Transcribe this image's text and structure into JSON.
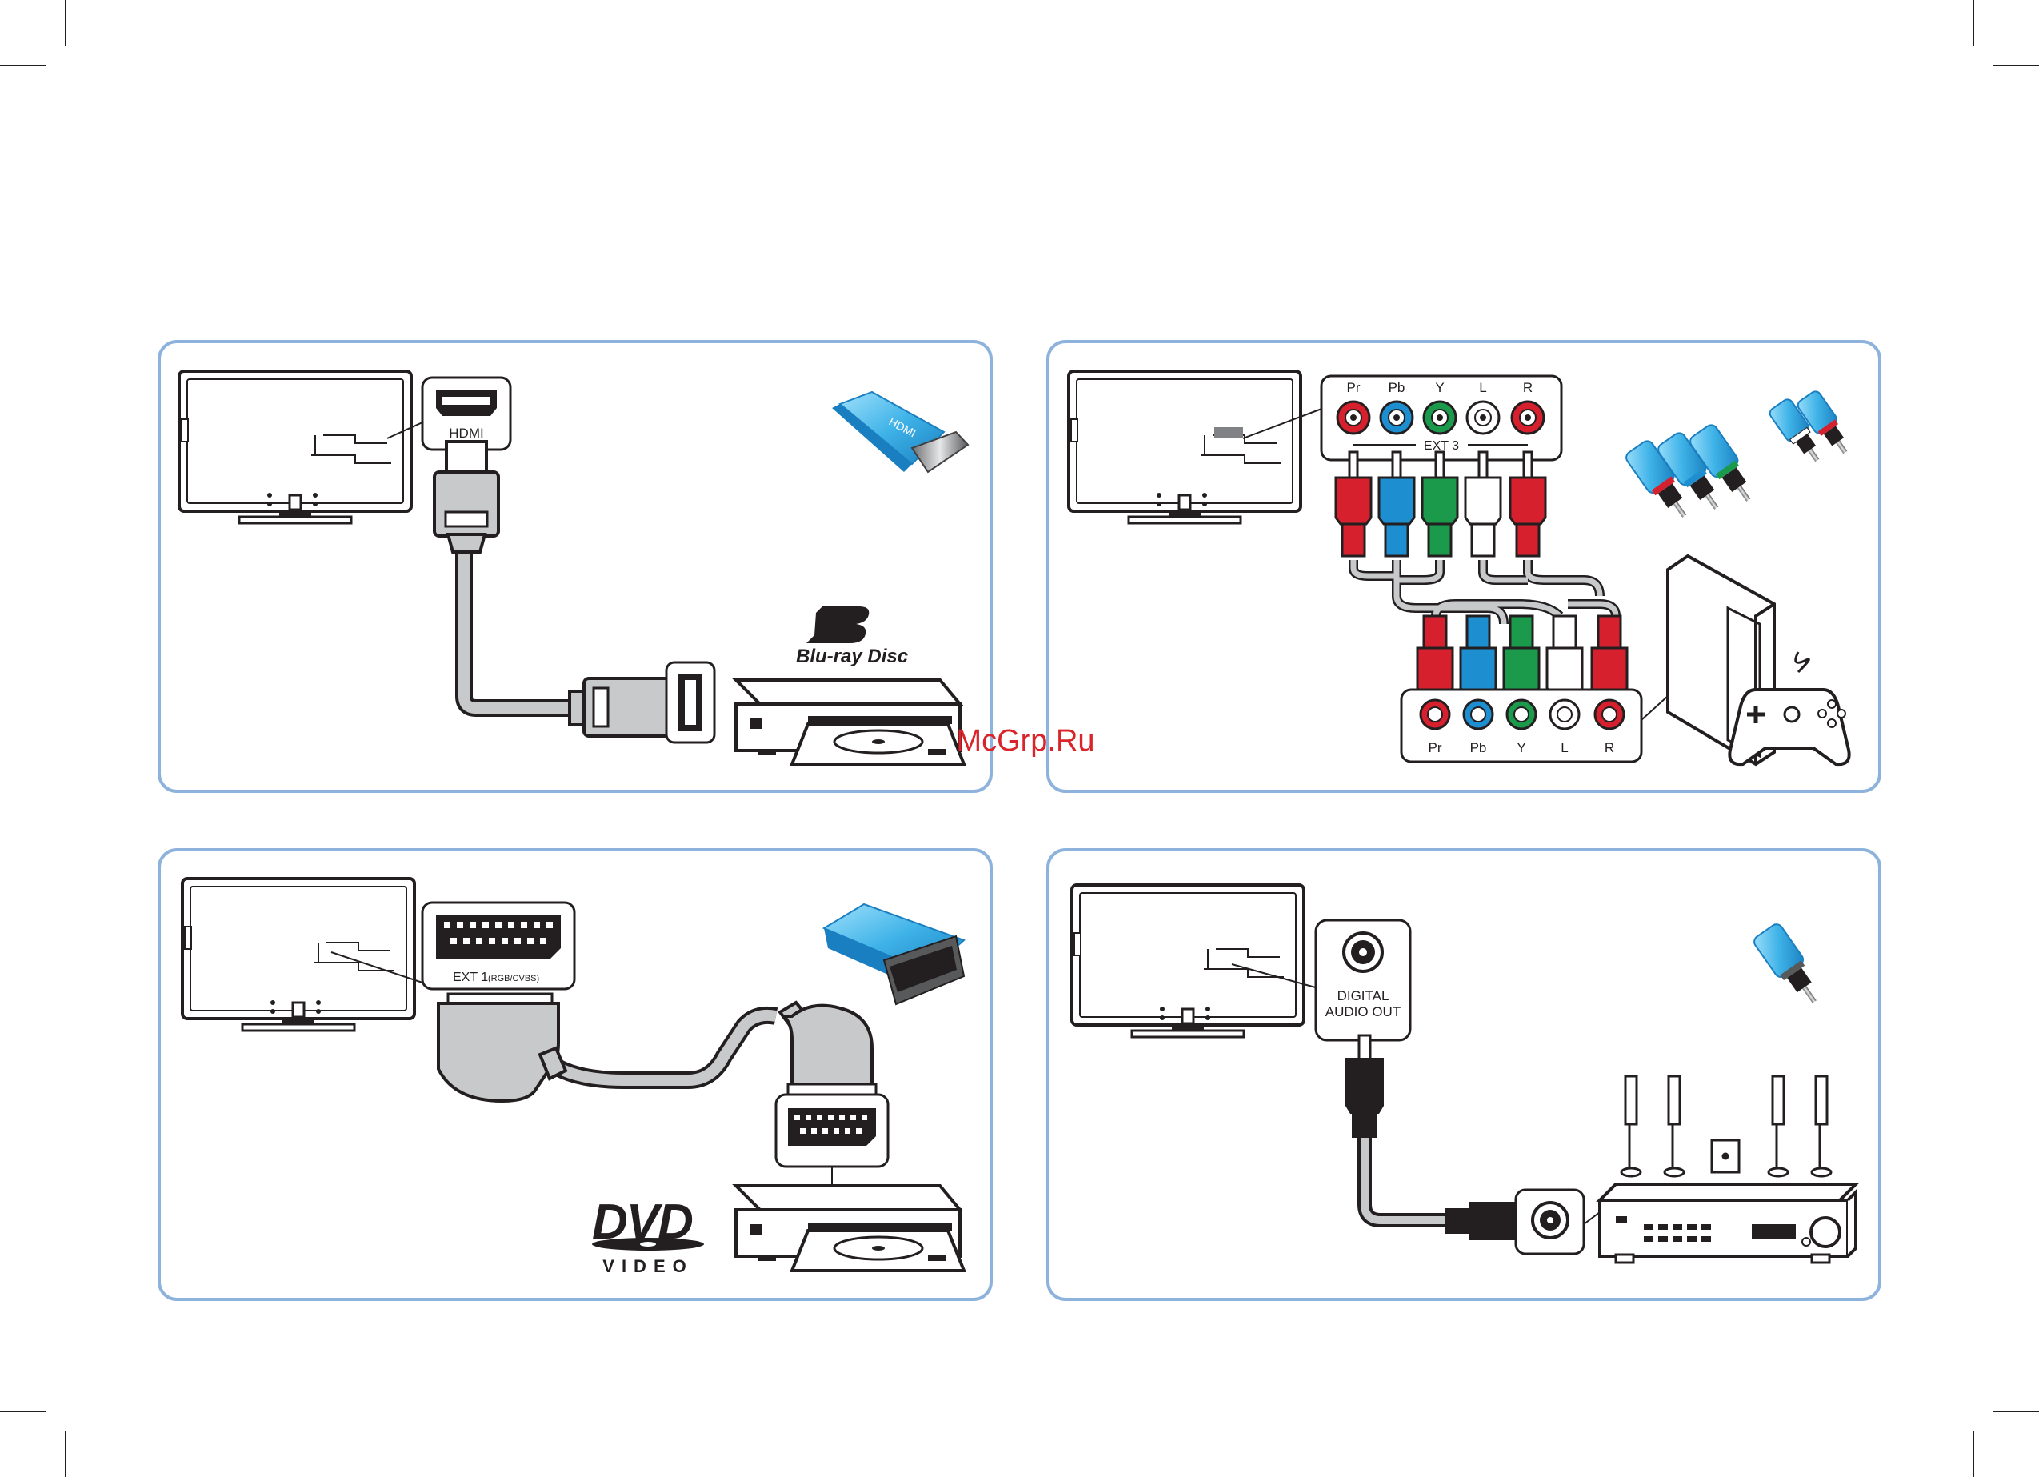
{
  "watermark": "McGrp.Ru",
  "panels": {
    "hdmi": {
      "port_label": "HDMI",
      "connector_icon_text": "HDMI",
      "device_logo": {
        "brand": "Blu-ray Disc"
      }
    },
    "component": {
      "tv_port_group_label": "EXT 3",
      "tv_port_labels": [
        "Pr",
        "Pb",
        "Y",
        "L",
        "R"
      ],
      "device_port_labels": [
        "Pr",
        "Pb",
        "Y",
        "L",
        "R"
      ],
      "colors": [
        "#d7202e",
        "#1d8fd0",
        "#1b9a4b",
        "#ffffff",
        "#d7202e"
      ]
    },
    "scart": {
      "port_label_main": "EXT 1",
      "port_label_sub": "(RGB/CVBS)",
      "device_logo": {
        "main": "DVD",
        "sub": "VIDEO"
      }
    },
    "digital_audio": {
      "port_label_line1": "DIGITAL",
      "port_label_line2": "AUDIO OUT"
    }
  },
  "colors": {
    "panel_border": "#8db2dc",
    "accent_blue": "#3fb3e8",
    "ink": "#231f20",
    "cable_grey": "#c8c9ca",
    "watermark_red": "#d9252a"
  }
}
